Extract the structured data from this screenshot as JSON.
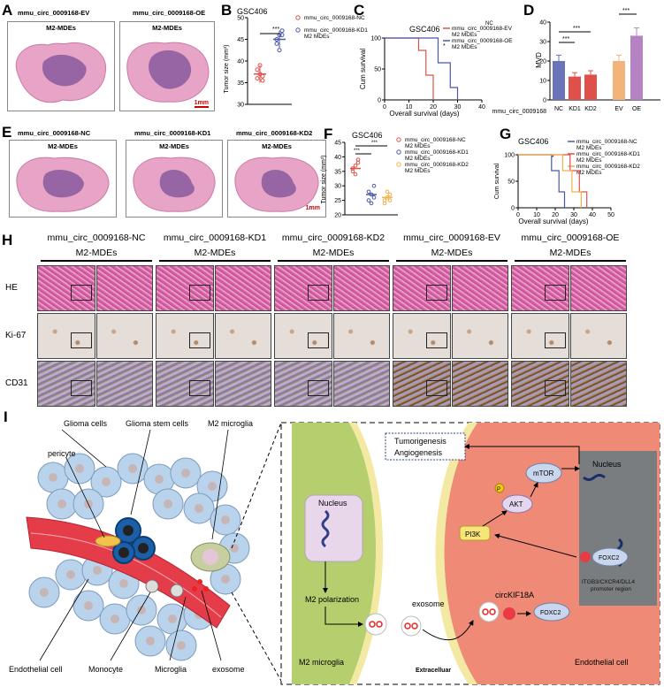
{
  "panelA": {
    "letter": "A",
    "ev_label": "mmu_circ_0009168-EV",
    "oe_label": "mmu_circ_0009168-OE",
    "group_ev": "M2-MDEs",
    "group_oe": "M2-MDEs",
    "scale": "1mm"
  },
  "panelB": {
    "letter": "B",
    "title": "GSC406",
    "ylabel": "Tumor size (mm³)",
    "sig": "***",
    "legend": [
      {
        "name": "mmu_circ_0009168-NC",
        "line2": ""
      },
      {
        "name": "mmu_circ_0009168-KD1",
        "line2": "M2 MDEs"
      }
    ]
  },
  "panelC": {
    "letter": "C",
    "title": "GSC406",
    "ylabel": "Cum survival",
    "xlabel": "Overall survival (days)",
    "sig": "*",
    "legend": [
      {
        "name": "mmu_circ_0009168-EV",
        "line2": "M2 MDEs"
      },
      {
        "name": "mmu_circ_0009168-OE",
        "line2": "M2 MDEs"
      }
    ],
    "nc_tag": "NC"
  },
  "panelD": {
    "letter": "D",
    "ylabel": "MVD",
    "xgroup": "mmu_circ_0009168",
    "sig": [
      "***",
      "***",
      "***"
    ]
  },
  "panelE": {
    "letter": "E",
    "labels": [
      "mmu_circ_0009168-NC",
      "mmu_circ_0009168-KD1",
      "mmu_circ_0009168-KD2"
    ],
    "group": "M2-MDEs",
    "scale": "1mm"
  },
  "panelF": {
    "letter": "F",
    "title": "GSC406",
    "ylabel": "Tumor size (mm³)",
    "sig": [
      "***",
      "***"
    ],
    "legend": [
      {
        "name": "mmu_circ_0009168-NC",
        "line2": "M2 MDEs"
      },
      {
        "name": "mmu_circ_0009168-KD1",
        "line2": "M2 MDEs"
      },
      {
        "name": "mmu_circ_0009168-KD2",
        "line2": "M2 MDEs"
      }
    ]
  },
  "panelG": {
    "letter": "G",
    "title": "GSC406",
    "ylabel": "Cum survival",
    "xlabel": "Overall survival (days)",
    "sig": "*",
    "legend": [
      {
        "name": "mmu_circ_0009168-NC",
        "line2": "M2 MDEs"
      },
      {
        "name": "mmu_circ_0009168-KD1",
        "line2": "M2 MDEs"
      },
      {
        "name": "mmu_circ_0009168-KD2",
        "line2": "M2 MDEs"
      }
    ]
  },
  "panelH": {
    "letter": "H",
    "columns": [
      "mmu_circ_0009168-NC",
      "mmu_circ_0009168-KD1",
      "mmu_circ_0009168-KD2",
      "mmu_circ_0009168-EV",
      "mmu_circ_0009168-OE"
    ],
    "group": "M2-MDEs",
    "rows": [
      "HE",
      "Ki-67",
      "CD31"
    ]
  },
  "panelI": {
    "letter": "I",
    "left_labels": {
      "glioma": "Glioma cells",
      "gsc": "Glioma stem cells",
      "m2": "M2 microglia",
      "pericyte": "pericyte",
      "endo": "Endothelial cell",
      "mono": "Monocyte",
      "micro": "Microglia",
      "exo": "exosome"
    },
    "right": {
      "tumor": "Tumorigenesis",
      "angio": "Angiogenesis",
      "nucleus_l": "Nucleus",
      "nucleus_r": "Nucleus",
      "mtor": "mTOR",
      "akt": "AKT",
      "p": "P",
      "pi3k": "PI3K",
      "foxc2": "FOXC2",
      "promoter1": "ITGB3/CXCR4/DLL4",
      "promoter2": "promoter region",
      "m2pol": "M2 polarization",
      "exosome": "exosome",
      "circ": "circKIF18A",
      "foxc2b": "FOXC2",
      "m2mg": "M2 microglia",
      "extra": "Extracelluar",
      "endo": "Endothelial cell"
    }
  },
  "chart_data": [
    {
      "panel": "B",
      "type": "scatter",
      "title": "GSC406",
      "ylabel": "Tumor size (mm³)",
      "ylim": [
        30,
        50
      ],
      "yticks": [
        30,
        35,
        40,
        45,
        50
      ],
      "series": [
        {
          "name": "mmu_circ_0009168-NC",
          "values": [
            36,
            37,
            35.5,
            38,
            39,
            36.5
          ],
          "mean": 37,
          "color": "#e0504a"
        },
        {
          "name": "mmu_circ_0009168-KD1",
          "values": [
            44,
            46,
            47,
            45,
            42.5,
            46
          ],
          "mean": 45,
          "color": "#4a58a8"
        }
      ]
    },
    {
      "panel": "C",
      "type": "line",
      "title": "GSC406",
      "ylabel": "Cum survival",
      "xlabel": "Overall survival (days)",
      "xlim": [
        0,
        40
      ],
      "ylim": [
        0,
        100
      ],
      "xticks": [
        0,
        10,
        20,
        30,
        40
      ],
      "yticks": [
        0,
        50,
        100
      ],
      "series": [
        {
          "name": "mmu_circ_0009168-EV",
          "color": "#e0504a",
          "steps": [
            [
              0,
              100
            ],
            [
              14,
              100
            ],
            [
              14,
              80
            ],
            [
              17,
              80
            ],
            [
              17,
              40
            ],
            [
              20,
              40
            ],
            [
              20,
              0
            ]
          ]
        },
        {
          "name": "mmu_circ_0009168-OE",
          "color": "#4a58a8",
          "steps": [
            [
              0,
              100
            ],
            [
              22,
              100
            ],
            [
              22,
              60
            ],
            [
              27,
              60
            ],
            [
              27,
              20
            ],
            [
              30,
              20
            ],
            [
              30,
              0
            ]
          ]
        }
      ]
    },
    {
      "panel": "D",
      "type": "bar",
      "ylabel": "MVD",
      "ylim": [
        0,
        40
      ],
      "yticks": [
        0,
        10,
        20,
        30,
        40
      ],
      "categories": [
        "NC",
        "KD1",
        "KD2",
        "EV",
        "OE"
      ],
      "values": [
        20,
        12,
        13,
        20,
        33
      ],
      "errors": [
        3,
        2,
        2,
        3,
        4
      ],
      "colors": [
        "#6a72b8",
        "#e0504a",
        "#e0504a",
        "#f2b47a",
        "#b583c4"
      ]
    },
    {
      "panel": "F",
      "type": "scatter",
      "title": "GSC406",
      "ylabel": "Tumor size (mm³)",
      "ylim": [
        20,
        45
      ],
      "yticks": [
        20,
        25,
        30,
        35,
        40,
        45
      ],
      "series": [
        {
          "name": "mmu_circ_0009168-NC",
          "values": [
            35,
            37,
            38,
            36,
            34,
            39
          ],
          "mean": 36,
          "color": "#e0504a"
        },
        {
          "name": "mmu_circ_0009168-KD1",
          "values": [
            25,
            27,
            26,
            28,
            24,
            30
          ],
          "mean": 27,
          "color": "#4a58a8"
        },
        {
          "name": "mmu_circ_0009168-KD2",
          "values": [
            25,
            26,
            27,
            24,
            28,
            25
          ],
          "mean": 26,
          "color": "#f1b14b"
        }
      ]
    },
    {
      "panel": "G",
      "type": "line",
      "title": "GSC406",
      "ylabel": "Cum survival",
      "xlabel": "Overall survival (days)",
      "xlim": [
        0,
        50
      ],
      "ylim": [
        0,
        100
      ],
      "xticks": [
        0,
        10,
        20,
        30,
        40,
        50
      ],
      "yticks": [
        0,
        50,
        100
      ],
      "series": [
        {
          "name": "mmu_circ_0009168-NC",
          "color": "#4a58a8",
          "steps": [
            [
              0,
              100
            ],
            [
              18,
              100
            ],
            [
              18,
              70
            ],
            [
              22,
              70
            ],
            [
              22,
              30
            ],
            [
              25,
              30
            ],
            [
              25,
              0
            ]
          ]
        },
        {
          "name": "mmu_circ_0009168-KD1",
          "color": "#e0504a",
          "steps": [
            [
              0,
              100
            ],
            [
              28,
              100
            ],
            [
              28,
              70
            ],
            [
              33,
              70
            ],
            [
              33,
              30
            ],
            [
              37,
              30
            ],
            [
              37,
              0
            ]
          ]
        },
        {
          "name": "mmu_circ_0009168-KD2",
          "color": "#f1b14b",
          "steps": [
            [
              0,
              100
            ],
            [
              24,
              100
            ],
            [
              24,
              70
            ],
            [
              29,
              70
            ],
            [
              29,
              30
            ],
            [
              34,
              30
            ],
            [
              34,
              0
            ]
          ]
        }
      ]
    }
  ]
}
